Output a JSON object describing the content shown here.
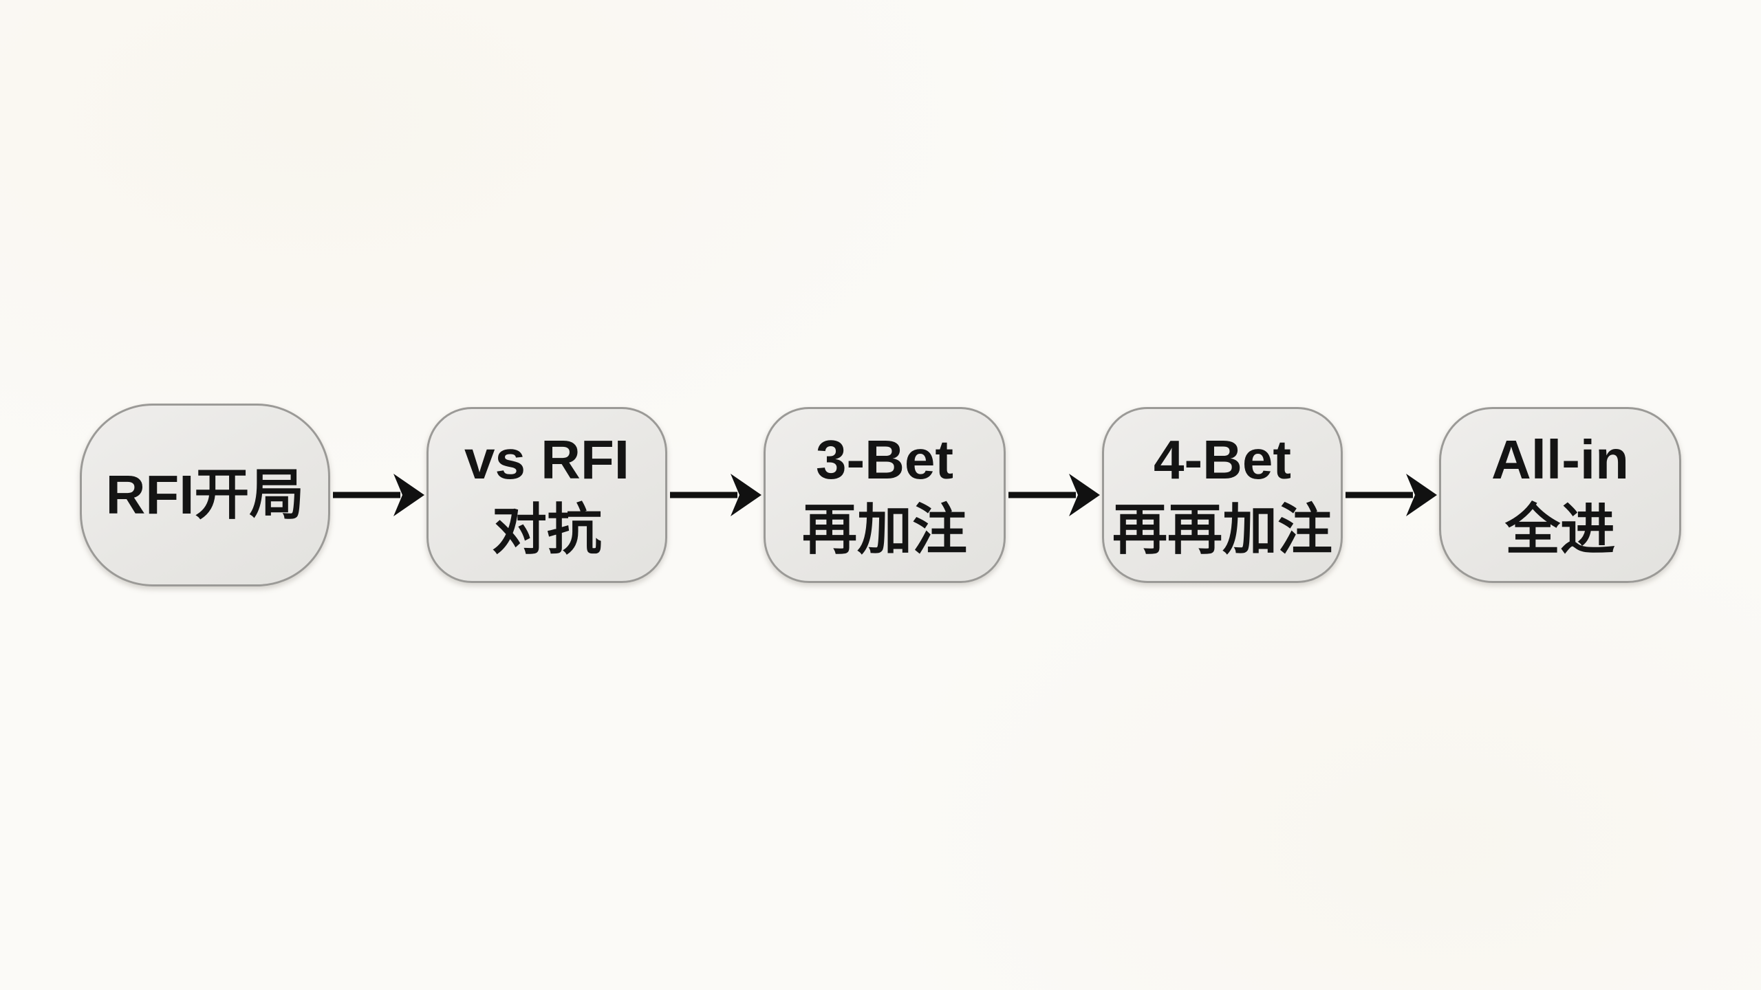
{
  "flowchart": {
    "type": "horizontal-flow",
    "nodes": [
      {
        "lines": [
          "RFI开局"
        ]
      },
      {
        "lines": [
          "vs RFI",
          "对抗"
        ]
      },
      {
        "lines": [
          "3-Bet",
          "再加注"
        ]
      },
      {
        "lines": [
          "4-Bet",
          "再再加注"
        ]
      },
      {
        "lines": [
          "All-in",
          "全进"
        ]
      }
    ],
    "connector": "arrow-right",
    "colors": {
      "background": "#fbfaf7",
      "node_fill": "#e8e7e4",
      "node_border": "#9b9a97",
      "text": "#141414",
      "arrow": "#111111"
    }
  }
}
